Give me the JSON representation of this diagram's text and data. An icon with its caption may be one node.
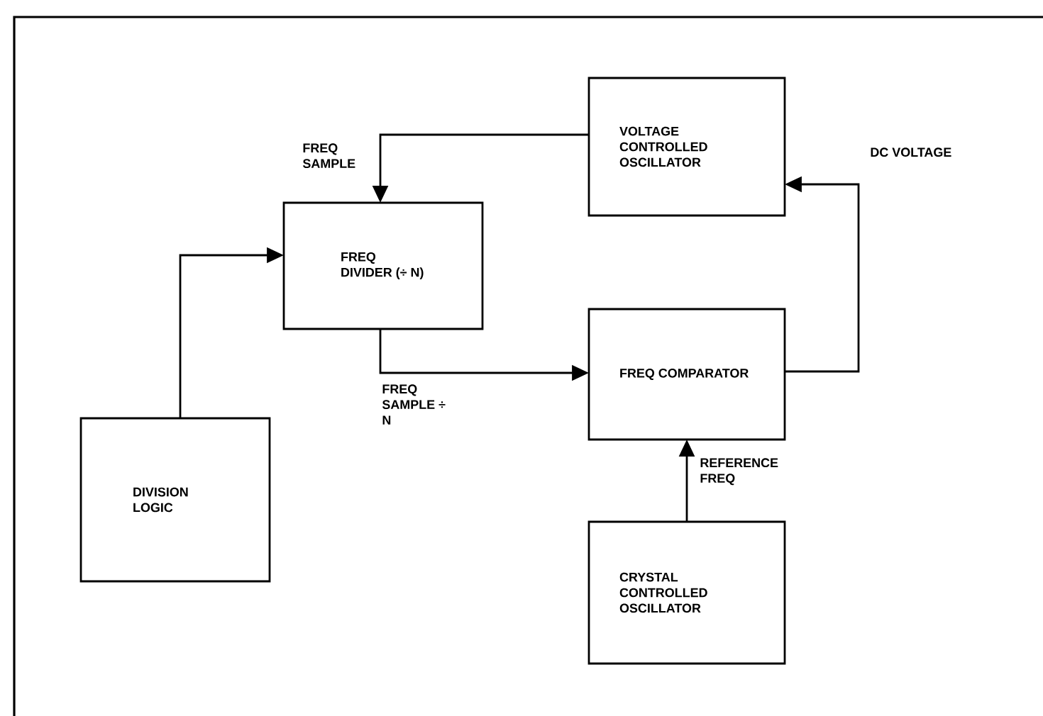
{
  "diagram": {
    "nodes": [
      {
        "text": [
          "VOLTAGE CONTROLLED OSCILLATOR"
        ]
      },
      {
        "text": [
          "FREQ DIVIDER (÷ N)"
        ]
      },
      {
        "text": [
          "FREQ COMPARATOR"
        ]
      },
      {
        "text": [
          "DIVISION LOGIC"
        ]
      },
      {
        "text": [
          "CRYSTAL CONTROLLED OSCILLATOR"
        ]
      }
    ],
    "edges": [
      {
        "from": 0,
        "to": 1,
        "arrow": "to",
        "label": "FREQ SAMPLE"
      },
      {
        "from": 1,
        "to": 2,
        "arrow": "to",
        "label": "FREQ SAMPLE ÷ N"
      },
      {
        "from": 2,
        "to": 0,
        "arrow": "to",
        "label": "DC VOLTAGE"
      },
      {
        "from": 4,
        "to": 2,
        "arrow": "to",
        "label": "REFERENCE FREQ"
      },
      {
        "from": 3,
        "to": 1,
        "arrow": "to"
      }
    ]
  }
}
